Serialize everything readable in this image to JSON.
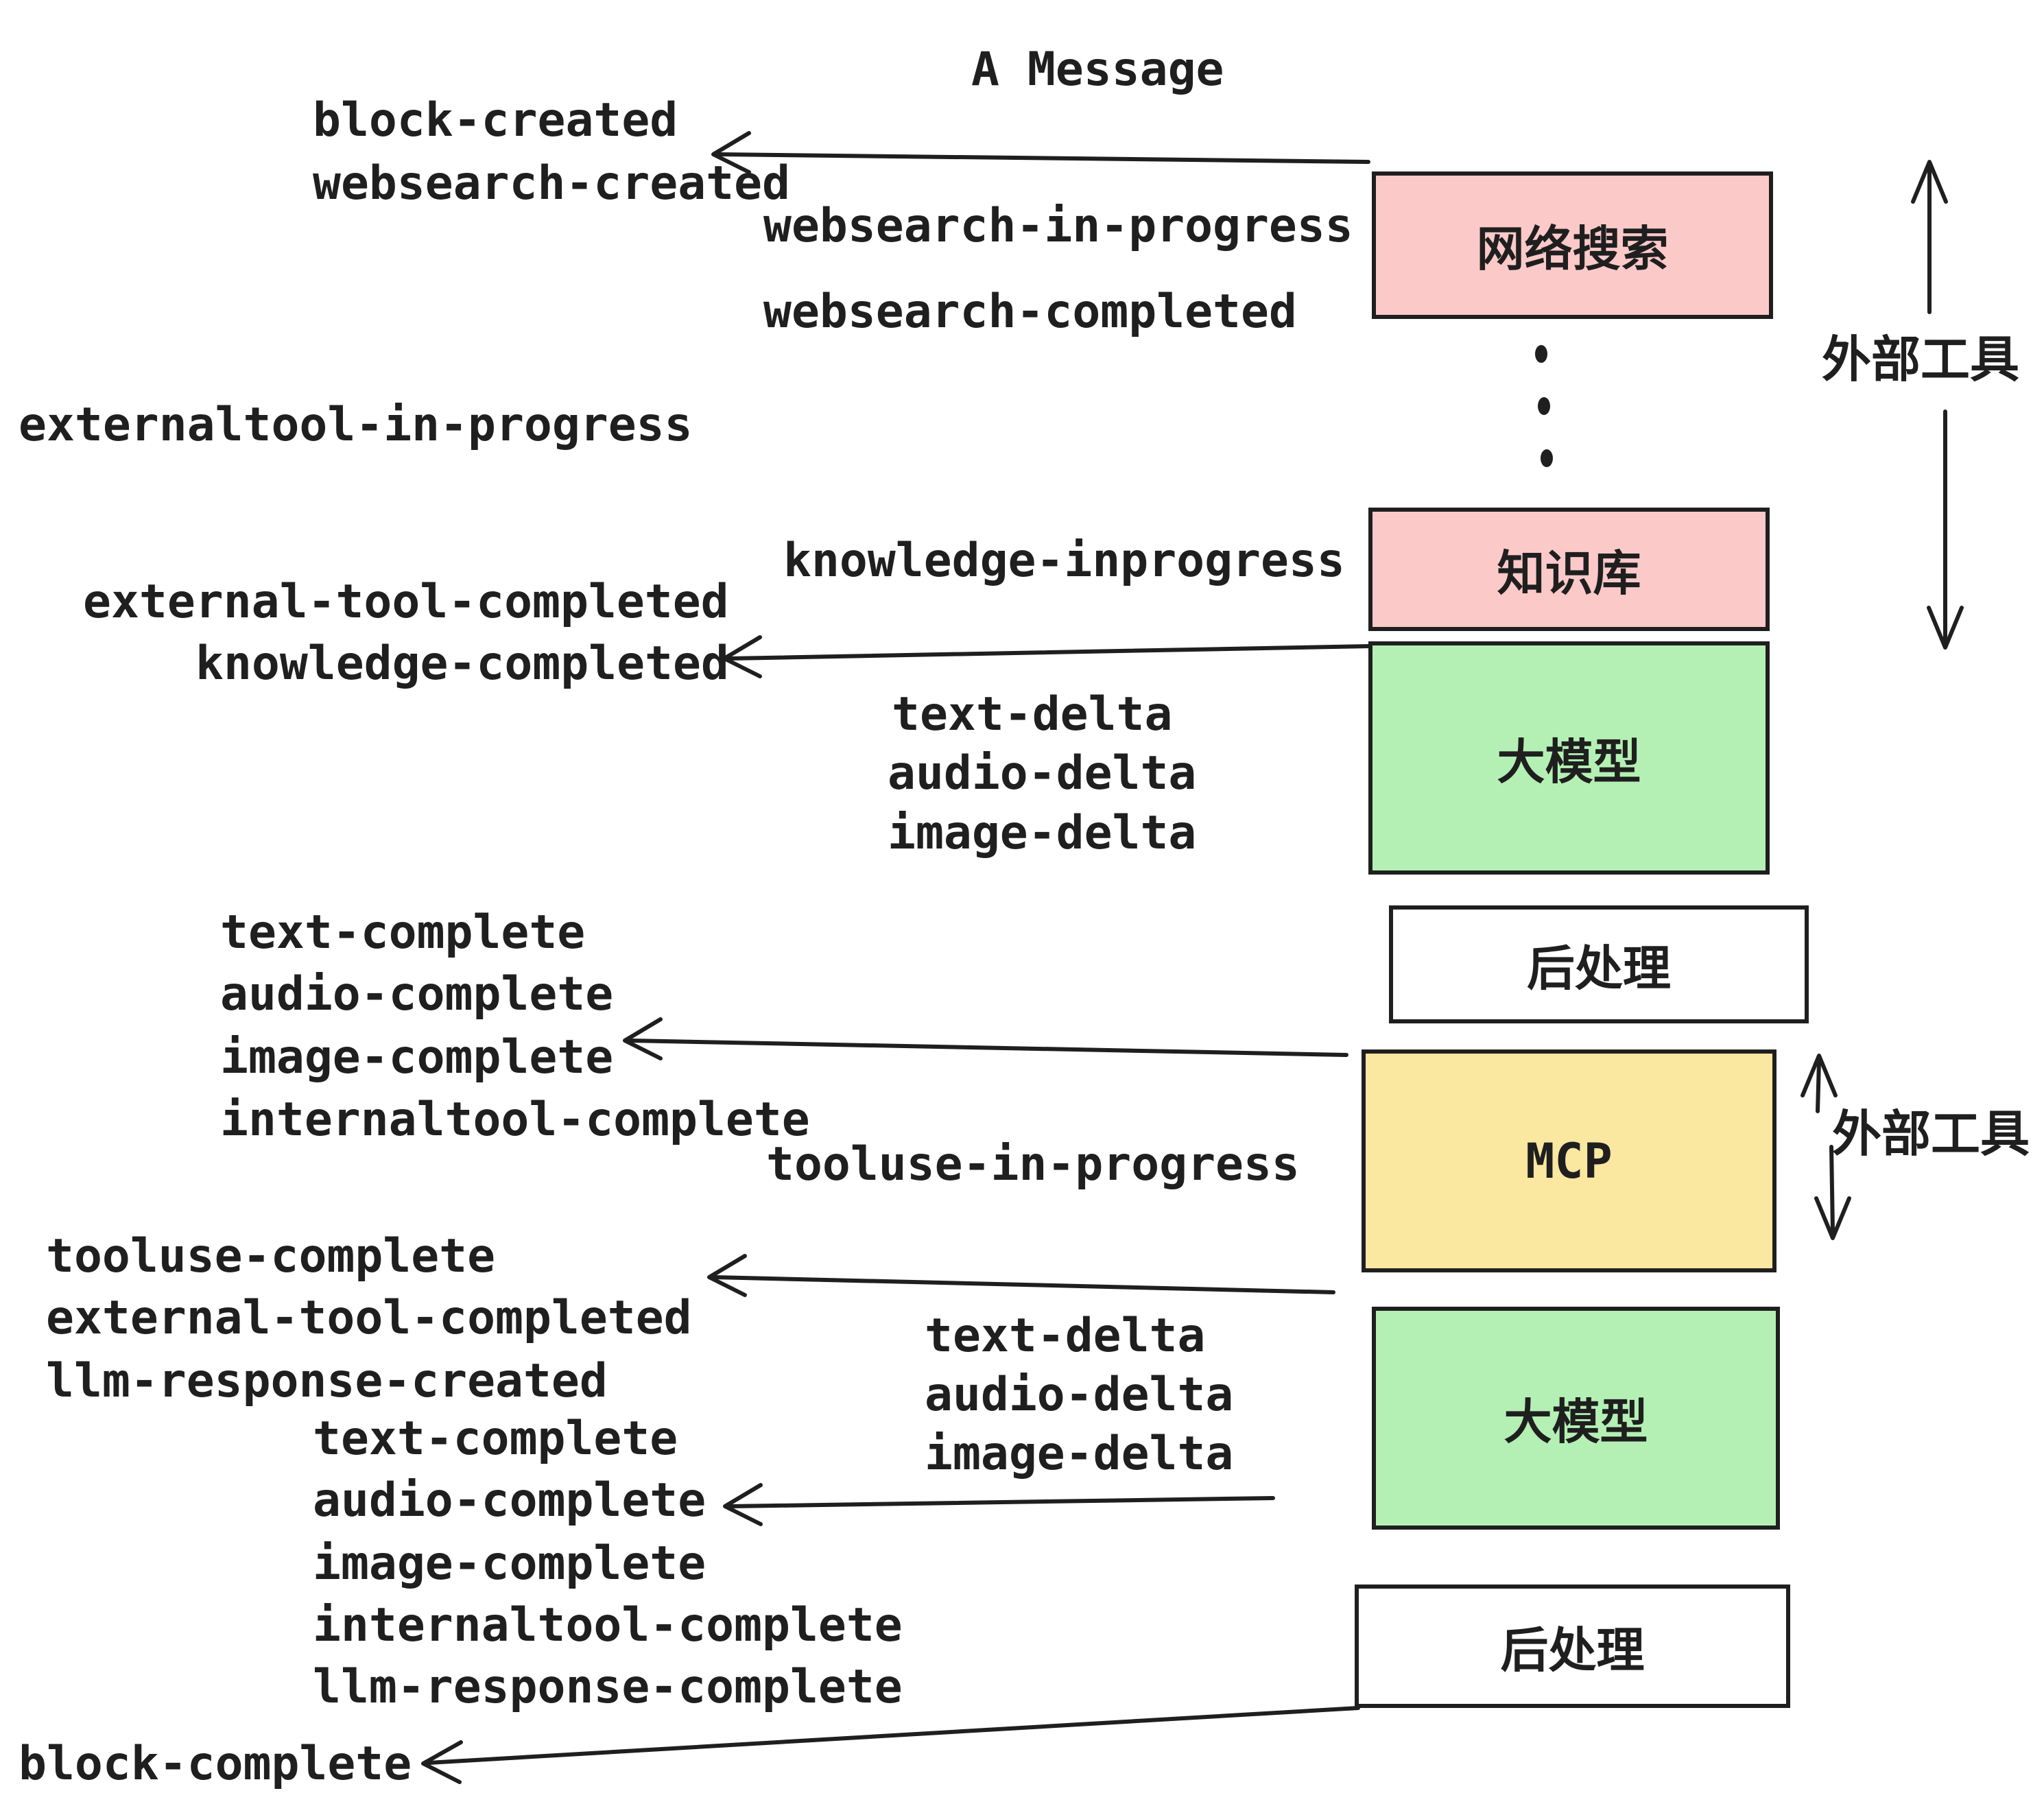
{
  "title": "A Message",
  "colors": {
    "ink": "#1f1f1f",
    "box_pink": "#fcc9c9",
    "box_green": "#b4f0b4",
    "box_yellow": "#fae7a0",
    "box_white": "#ffffff"
  },
  "boxes": [
    {
      "id": "websearch",
      "label": "网络搜索",
      "fill": "box_pink"
    },
    {
      "id": "knowledge",
      "label": "知识库",
      "fill": "box_pink"
    },
    {
      "id": "llm-top",
      "label": "大模型",
      "fill": "box_green"
    },
    {
      "id": "postprocess-top",
      "label": "后处理",
      "fill": "box_white"
    },
    {
      "id": "mcp",
      "label": "MCP",
      "fill": "box_yellow"
    },
    {
      "id": "llm-bottom",
      "label": "大模型",
      "fill": "box_green"
    },
    {
      "id": "postprocess-bottom",
      "label": "后处理",
      "fill": "box_white"
    }
  ],
  "events": [
    {
      "id": "block-created",
      "label": "block-created"
    },
    {
      "id": "websearch-created",
      "label": "websearch-created"
    },
    {
      "id": "websearch-in-progress",
      "label": "websearch-in-progress"
    },
    {
      "id": "websearch-completed",
      "label": "websearch-completed"
    },
    {
      "id": "externaltool-in-progress",
      "label": "externaltool-in-progress"
    },
    {
      "id": "knowledge-inprogress",
      "label": "knowledge-inprogress"
    },
    {
      "id": "external-tool-completed-1",
      "label": "external-tool-completed"
    },
    {
      "id": "knowledge-completed",
      "label": "knowledge-completed"
    },
    {
      "id": "text-delta-1",
      "label": "text-delta"
    },
    {
      "id": "audio-delta-1",
      "label": "audio-delta"
    },
    {
      "id": "image-delta-1",
      "label": "image-delta"
    },
    {
      "id": "text-complete-1",
      "label": "text-complete"
    },
    {
      "id": "audio-complete-1",
      "label": "audio-complete"
    },
    {
      "id": "image-complete-1",
      "label": "image-complete"
    },
    {
      "id": "internaltool-complete-1",
      "label": "internaltool-complete"
    },
    {
      "id": "tooluse-in-progress",
      "label": "tooluse-in-progress"
    },
    {
      "id": "tooluse-complete",
      "label": "tooluse-complete"
    },
    {
      "id": "external-tool-completed-2",
      "label": "external-tool-completed"
    },
    {
      "id": "llm-response-created",
      "label": "llm-response-created"
    },
    {
      "id": "text-complete-2",
      "label": "text-complete"
    },
    {
      "id": "text-delta-2",
      "label": "text-delta"
    },
    {
      "id": "audio-delta-2",
      "label": "audio-delta"
    },
    {
      "id": "image-delta-2",
      "label": "image-delta"
    },
    {
      "id": "audio-complete-2",
      "label": "audio-complete"
    },
    {
      "id": "image-complete-2",
      "label": "image-complete"
    },
    {
      "id": "internaltool-complete-2",
      "label": "internaltool-complete"
    },
    {
      "id": "llm-response-complete",
      "label": "llm-response-complete"
    },
    {
      "id": "block-complete",
      "label": "block-complete"
    }
  ],
  "side_labels": [
    {
      "id": "external-tools-top",
      "label": "外部工具"
    },
    {
      "id": "external-tools-mcp",
      "label": "外部工具"
    }
  ],
  "decorations": {
    "ellipsis_dots": 3
  }
}
